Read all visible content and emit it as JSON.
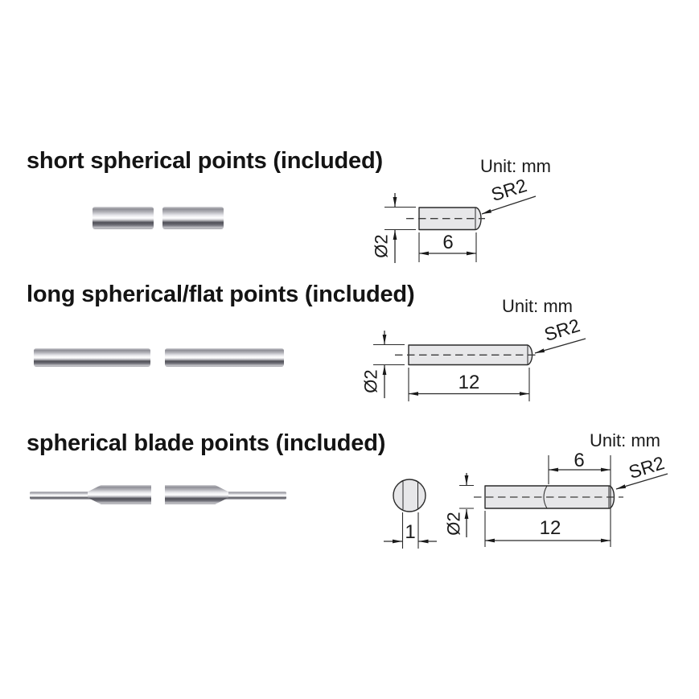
{
  "page": {
    "background": "#ffffff"
  },
  "colors": {
    "drawing_fill": "#e7e7e9",
    "drawing_line": "#2a2a2a",
    "text": "#1a1a1a"
  },
  "sections": [
    {
      "title": "short spherical points (included)",
      "unit_label": "Unit: mm",
      "drawing": {
        "tip_radius": "SR2",
        "diameter": "Ø2",
        "length": "6"
      }
    },
    {
      "title": "long spherical/flat points (included)",
      "unit_label": "Unit: mm",
      "drawing": {
        "tip_radius": "SR2",
        "diameter": "Ø2",
        "length": "12"
      }
    },
    {
      "title": "spherical blade points (included)",
      "unit_label": "Unit: mm",
      "drawing": {
        "tip_radius": "SR2",
        "diameter": "Ø2",
        "length": "12",
        "blade_length": "6",
        "blade_width": "1"
      }
    }
  ]
}
